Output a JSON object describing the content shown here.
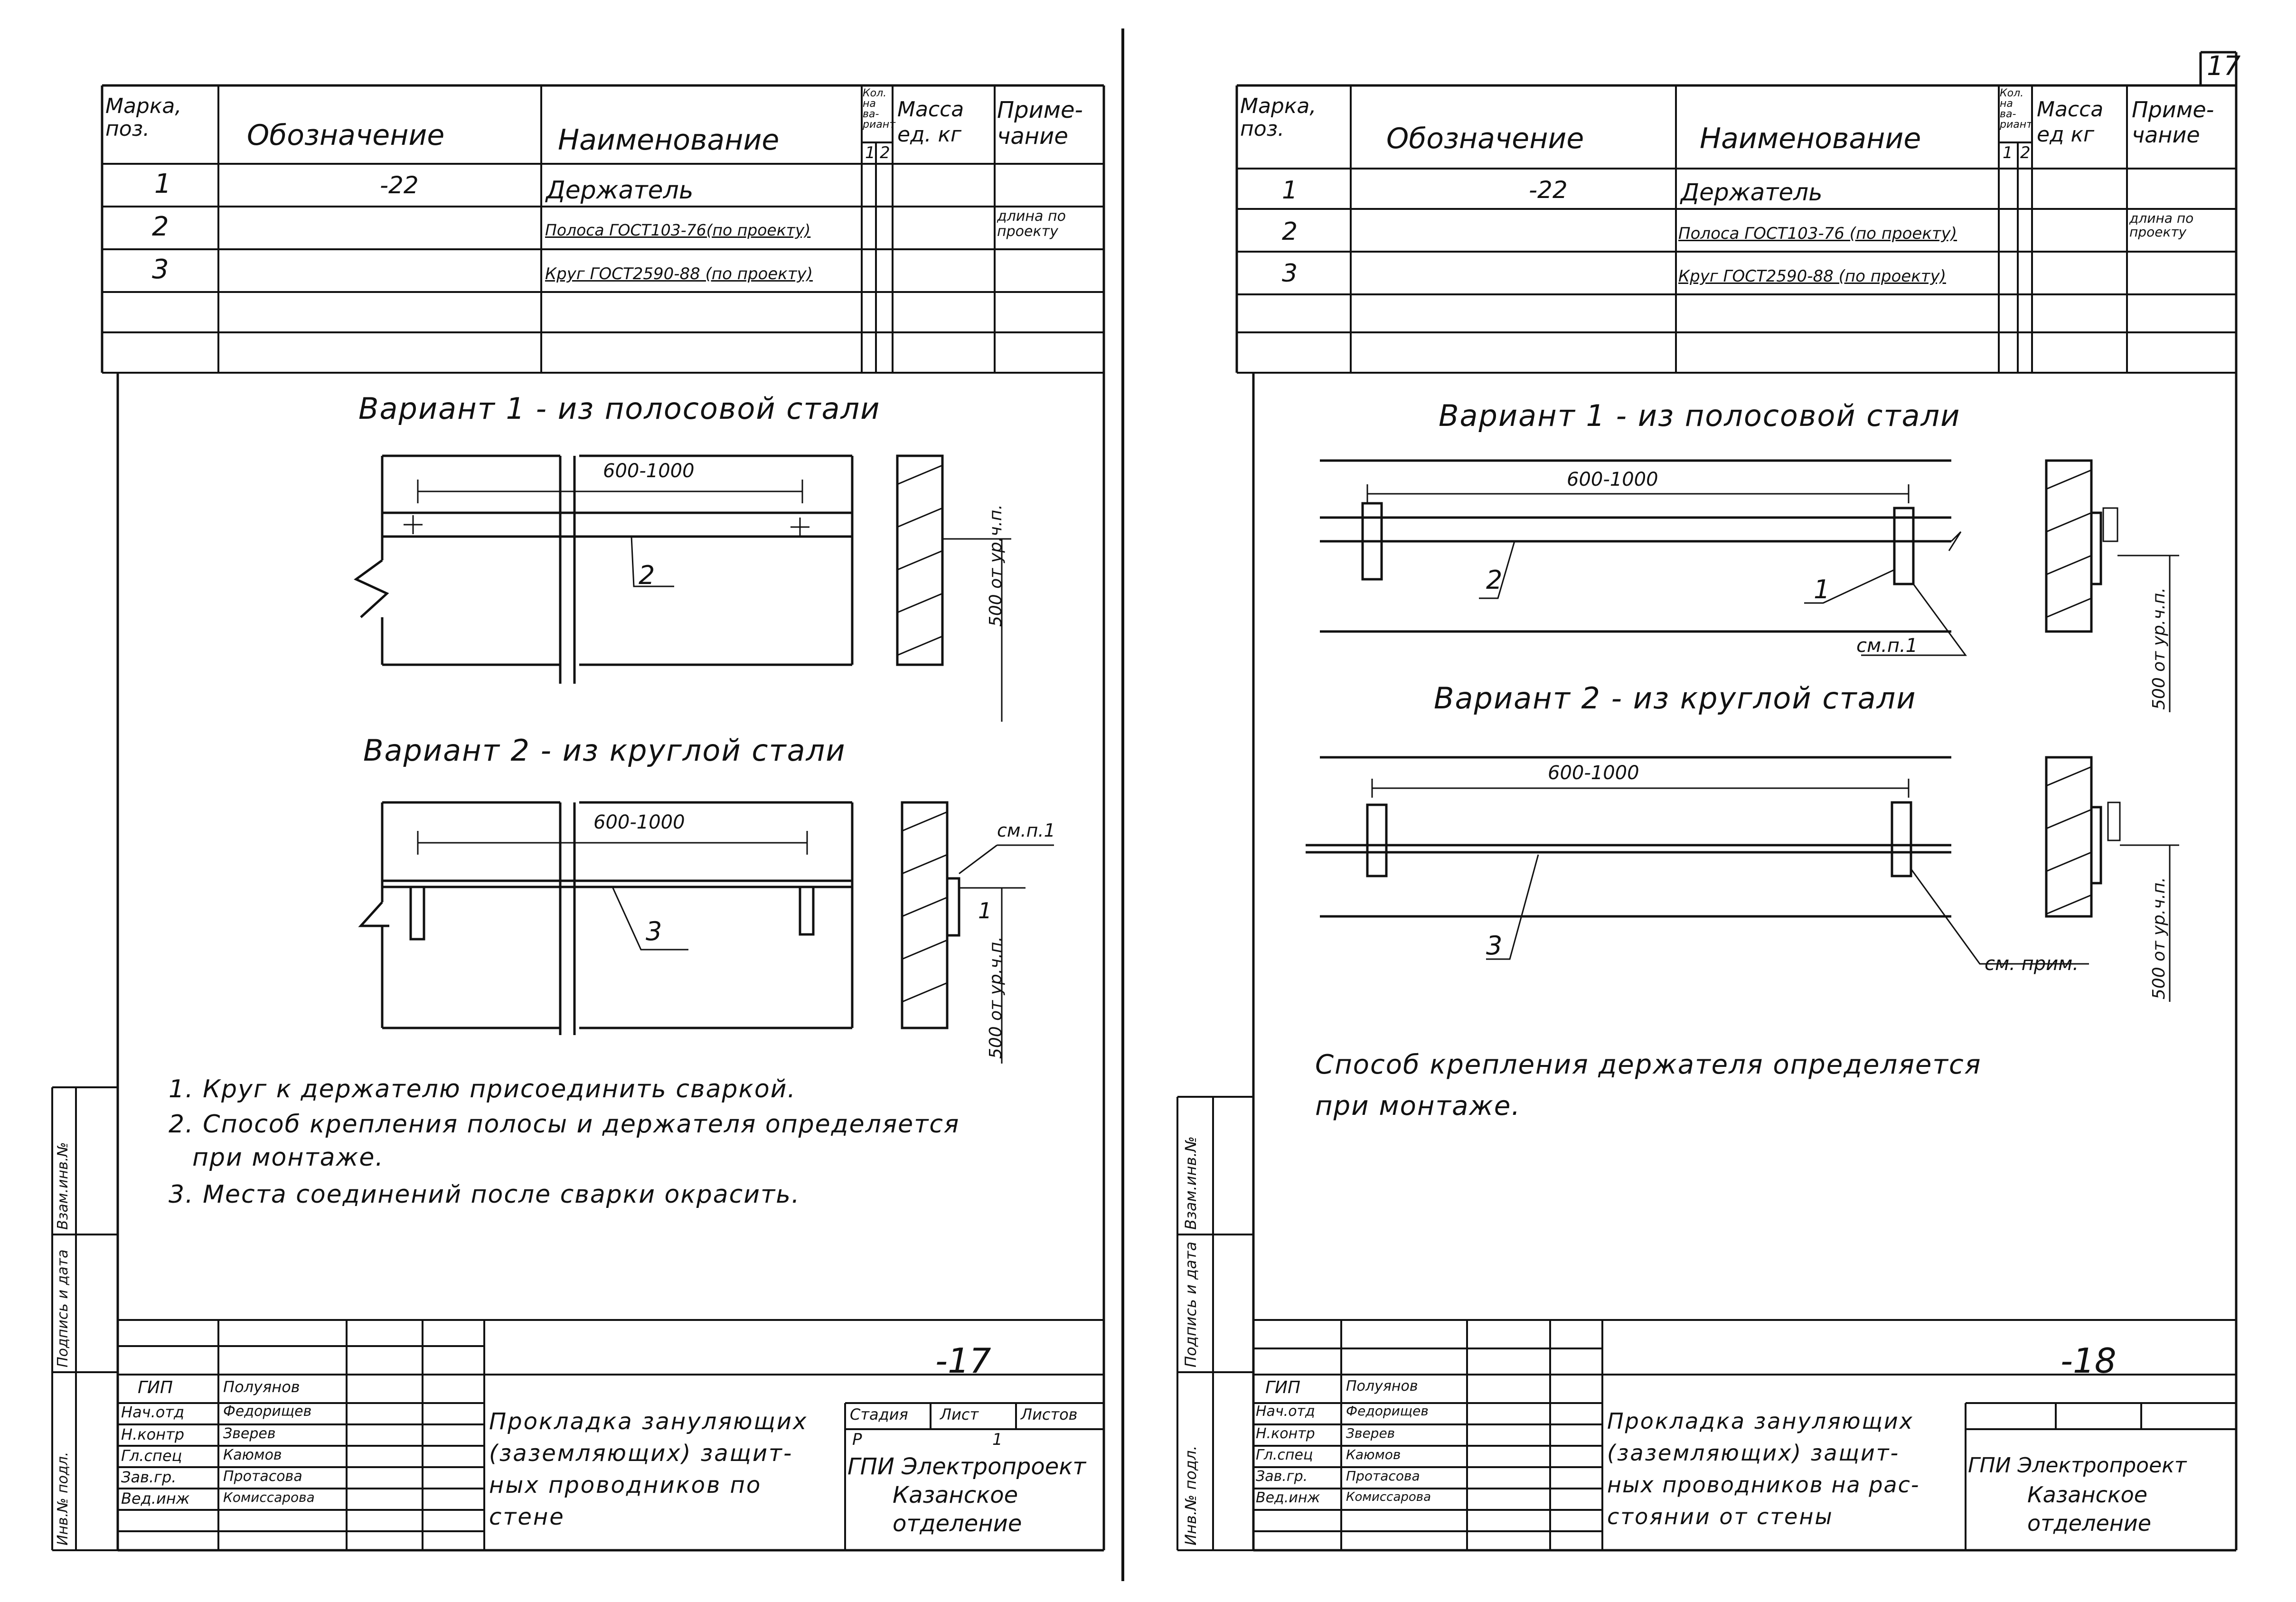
{
  "sheet_number": "17",
  "left": {
    "spec_headers": {
      "mark": "Марка, поз.",
      "designation": "Обозначение",
      "name": "Наименование",
      "qty": "Кол. на ва- риант",
      "qty_v1": "1",
      "qty_v2": "2",
      "mass": "Масса ед. кг",
      "note": "Приме- чание"
    },
    "spec_rows": [
      {
        "pos": "1",
        "designation": "-22",
        "name": "Держатель",
        "note": ""
      },
      {
        "pos": "2",
        "designation": "",
        "name": "Полоса ГОСТ103-76(по проекту)",
        "note": "длина по проекту"
      },
      {
        "pos": "3",
        "designation": "",
        "name": "Круг ГОСТ2590-88 (по проекту)",
        "note": ""
      }
    ],
    "variant1_title": "Вариант 1 -  из полосовой стали",
    "variant2_title": "Вариант 2 - из круглой стали",
    "dim_span": "600-1000",
    "dim_height": "500 от ур.ч.п.",
    "callout_2": "2",
    "callout_3": "3",
    "callout_1": "1",
    "see_note": "см.п.1",
    "notes": [
      "1. Круг к держателю присоединить сваркой.",
      "2. Способ крепления полосы и держателя определяется",
      "при монтаже.",
      "3. Места соединений после сварки окрасить."
    ],
    "sheet_code": "-17",
    "title": [
      "Прокладка зануляющих",
      "(заземляющих) защит-",
      "ных проводников по",
      "стене"
    ],
    "stage_label": "Стадия",
    "sheet_label": "Лист",
    "sheets_label": "Листов",
    "stage": "Р",
    "sheet": "1",
    "org": [
      "ГПИ Электропроект",
      "Казанское",
      "отделение"
    ],
    "signatures": [
      {
        "role": "ГИП",
        "name": "Полуянов"
      },
      {
        "role": "Нач.отд",
        "name": "Федорищев"
      },
      {
        "role": "Н.контр",
        "name": "Зверев"
      },
      {
        "role": "Гл.спец",
        "name": "Каюмов"
      },
      {
        "role": "Зав.гр.",
        "name": "Протасова"
      },
      {
        "role": "Вед.инж",
        "name": "Комиссарова"
      }
    ],
    "side_stamp": [
      "Инв.№ подл.",
      "Подпись и дата",
      "Взам.инв.№"
    ]
  },
  "right": {
    "spec_headers": {
      "mark": "Марка, поз.",
      "designation": "Обозначение",
      "name": "Наименование",
      "qty": "Кол. на ва- риант",
      "qty_v1": "1",
      "qty_v2": "2",
      "mass": "Масса ед кг",
      "note": "Приме- чание"
    },
    "spec_rows": [
      {
        "pos": "1",
        "designation": "-22",
        "name": "Держатель",
        "note": ""
      },
      {
        "pos": "2",
        "designation": "",
        "name": "Полоса ГОСТ103-76 (по проекту)",
        "note": "длина по проекту"
      },
      {
        "pos": "3",
        "designation": "",
        "name": "Круг ГОСТ2590-88 (по проекту)",
        "note": ""
      }
    ],
    "variant1_title": "Вариант 1 - из полосовой стали",
    "variant2_title": "Вариант 2 - из круглой стали",
    "dim_span": "600-1000",
    "dim_height": "500 от ур.ч.п.",
    "callout_1": "1",
    "callout_2": "2",
    "callout_3": "3",
    "see_note": "см.п.1",
    "see_note2": "см. прим.",
    "notes": [
      "Способ крепления держателя определяется",
      "при монтаже."
    ],
    "sheet_code": "-18",
    "title": [
      "Прокладка зануляющих",
      "(заземляющих) защит-",
      "ных проводников на рас-",
      "стоянии от стены"
    ],
    "org": [
      "ГПИ Электропроект",
      "Казанское",
      "отделение"
    ],
    "signatures": [
      {
        "role": "ГИП",
        "name": "Полуянов"
      },
      {
        "role": "Нач.отд",
        "name": "Федорищев"
      },
      {
        "role": "Н.контр",
        "name": "Зверев"
      },
      {
        "role": "Гл.спец",
        "name": "Каюмов"
      },
      {
        "role": "Зав.гр.",
        "name": "Протасова"
      },
      {
        "role": "Вед.инж",
        "name": "Комиссарова"
      }
    ],
    "side_stamp": [
      "Инв.№ подл.",
      "Подпись и дата",
      "Взам.инв.№"
    ]
  }
}
